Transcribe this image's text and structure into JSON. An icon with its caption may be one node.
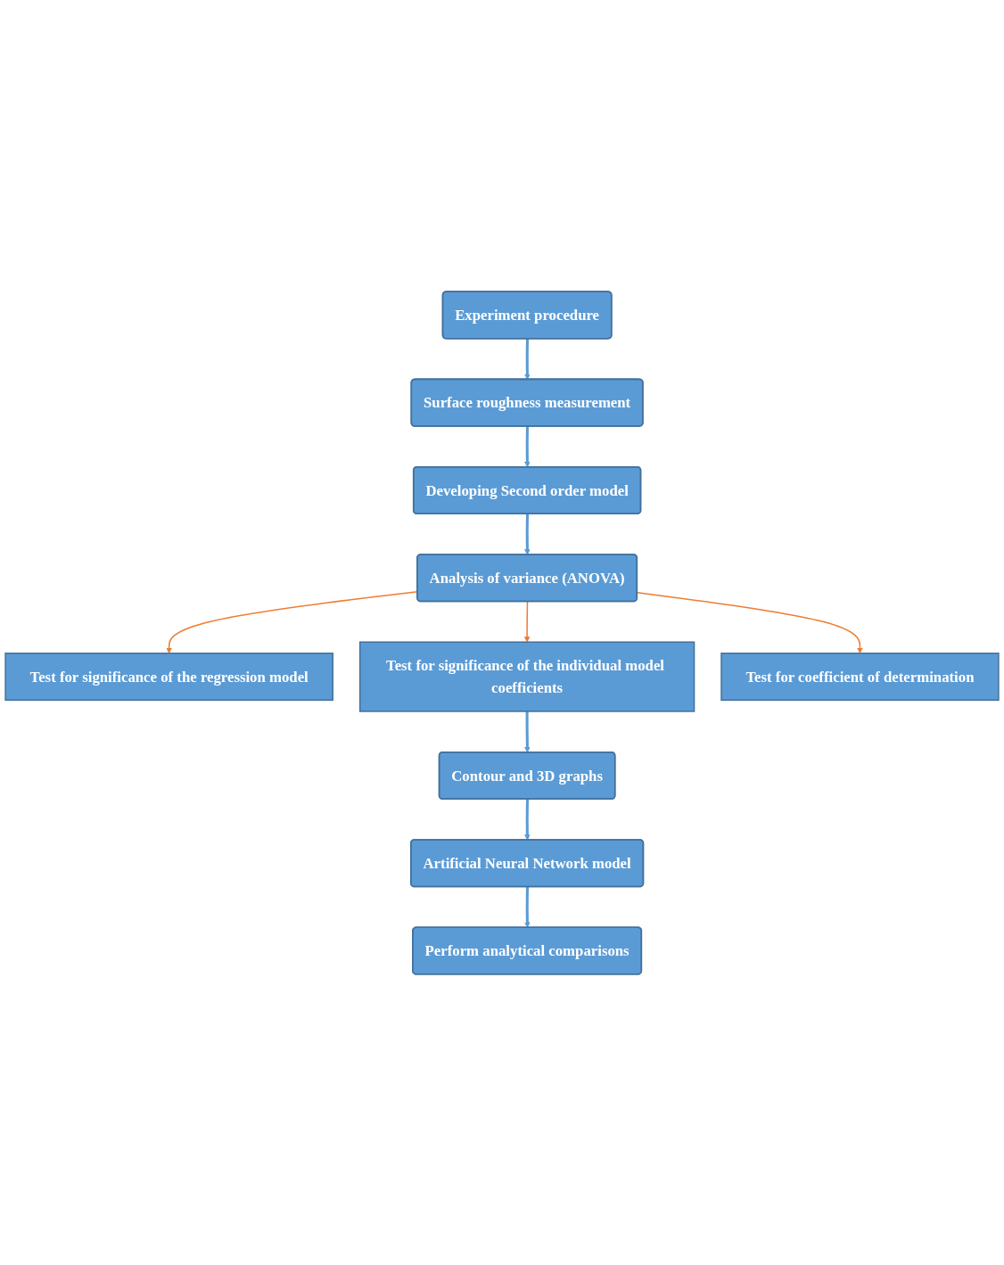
{
  "diagram": {
    "nodes": [
      {
        "text": [
          "Experiment procedure"
        ]
      },
      {
        "text": [
          "Surface roughness measurement"
        ]
      },
      {
        "text": [
          "Developing Second order model"
        ]
      },
      {
        "text": [
          "Analysis of variance (ANOVA)"
        ]
      },
      {
        "text": [
          "Test for significance of the regression model"
        ]
      },
      {
        "text": [
          "Test for significance of the individual model coefficients"
        ]
      },
      {
        "text": [
          "Test for coefficient of determination"
        ]
      },
      {
        "text": [
          "Contour and 3D graphs"
        ]
      },
      {
        "text": [
          "Artificial Neural Network model"
        ]
      },
      {
        "text": [
          "Perform analytical comparisons"
        ]
      }
    ],
    "edges": [
      {
        "from": 0,
        "to": 1,
        "arrow": "to"
      },
      {
        "from": 1,
        "to": 2,
        "arrow": "to"
      },
      {
        "from": 2,
        "to": 3,
        "arrow": "to"
      },
      {
        "from": 3,
        "to": 4,
        "arrow": "to",
        "color": "#ed7d31"
      },
      {
        "from": 3,
        "to": 5,
        "arrow": "to",
        "color": "#ed7d31"
      },
      {
        "from": 3,
        "to": 6,
        "arrow": "to",
        "color": "#ed7d31"
      },
      {
        "from": 5,
        "to": 7,
        "arrow": "to"
      },
      {
        "from": 7,
        "to": 8,
        "arrow": "to"
      },
      {
        "from": 8,
        "to": 9,
        "arrow": "to"
      }
    ]
  }
}
